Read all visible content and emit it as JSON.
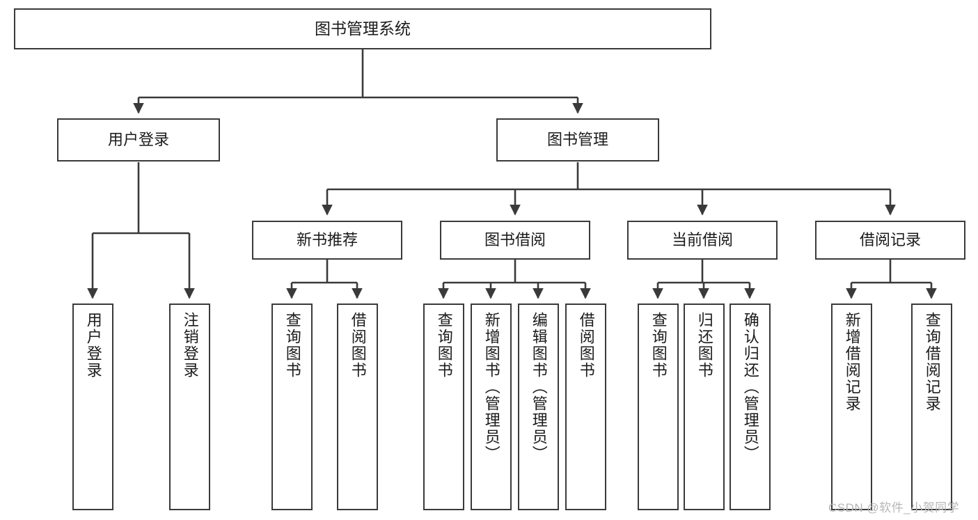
{
  "diagram": {
    "title": "图书管理系统",
    "type": "hierarchy-tree",
    "watermark": "CSDN @软件_小贺同学",
    "colors": {
      "box_border": "#3a3a3a",
      "box_fill": "#ffffff",
      "connector": "#3a3a3a",
      "text": "#1b1b1b",
      "watermark": "#b6b6b6"
    },
    "root": {
      "label": "图书管理系统"
    },
    "level2": [
      {
        "label": "用户登录"
      },
      {
        "label": "图书管理"
      }
    ],
    "level3": [
      {
        "label": "新书推荐"
      },
      {
        "label": "图书借阅"
      },
      {
        "label": "当前借阅"
      },
      {
        "label": "借阅记录"
      }
    ],
    "leaves": {
      "user_login": [
        {
          "label": "用户登录"
        },
        {
          "label": "注销登录"
        }
      ],
      "new_book": [
        {
          "label": "查询图书"
        },
        {
          "label": "借阅图书"
        }
      ],
      "book_borrow": [
        {
          "label": "查询图书"
        },
        {
          "label": "新增图书（管理员）"
        },
        {
          "label": "编辑图书（管理员）"
        },
        {
          "label": "借阅图书"
        }
      ],
      "current_borrow": [
        {
          "label": "查询图书"
        },
        {
          "label": "归还图书"
        },
        {
          "label": "确认归还（管理员）"
        }
      ],
      "borrow_record": [
        {
          "label": "新增借阅记录"
        },
        {
          "label": "查询借阅记录"
        }
      ]
    }
  }
}
